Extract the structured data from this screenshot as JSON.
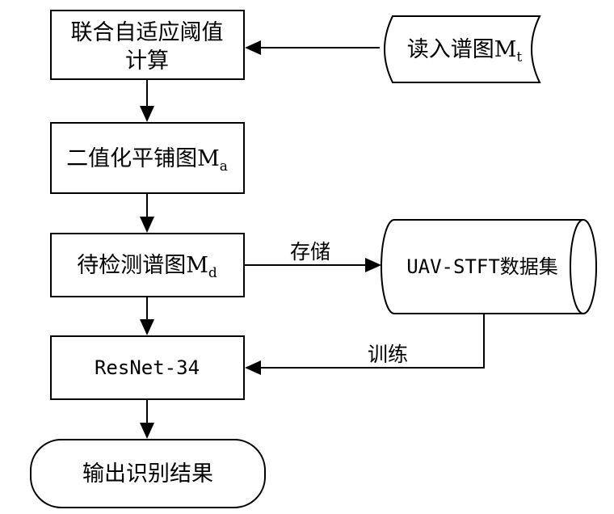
{
  "nodes": {
    "threshold_line1": "联合自适应阈值",
    "threshold_line2": "计算",
    "read_spectrum_main": "读入谱图M",
    "read_spectrum_sub": "t",
    "binary_main": "二值化平铺图M",
    "binary_sub": "a",
    "detect_main": "待检测谱图M",
    "detect_sub": "d",
    "dataset": "UAV-STFT数据集",
    "resnet": "ResNet-34",
    "output": "输出识别结果"
  },
  "edges": {
    "store_label": "存储",
    "train_label": "训练"
  }
}
